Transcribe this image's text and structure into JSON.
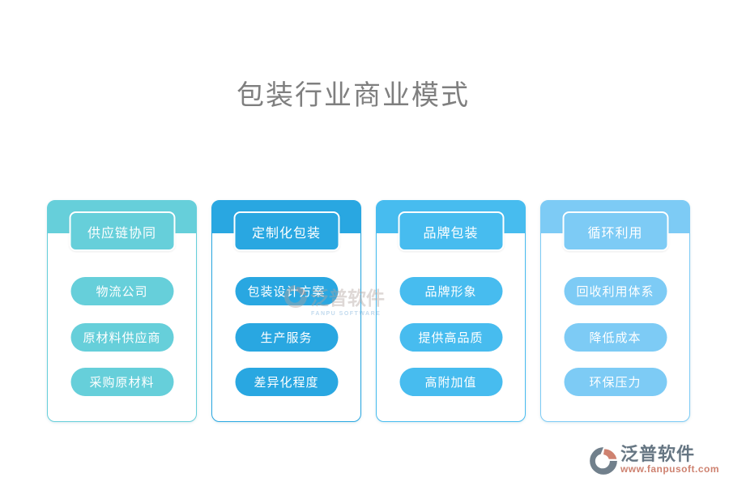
{
  "title": "包装行业商业模式",
  "columns": [
    {
      "header": "供应链协同",
      "color": "#66CFDA",
      "items": [
        "物流公司",
        "原材料供应商",
        "采购原材料"
      ]
    },
    {
      "header": "定制化包装",
      "color": "#29A7E1",
      "items": [
        "包装设计方案",
        "生产服务",
        "差异化程度"
      ]
    },
    {
      "header": "品牌包装",
      "color": "#47BCEF",
      "items": [
        "品牌形象",
        "提供高品质",
        "高附加值"
      ]
    },
    {
      "header": "循环利用",
      "color": "#7DCBF5",
      "items": [
        "回收利用体系",
        "降低成本",
        "环保压力"
      ]
    }
  ],
  "watermark": {
    "brand": "泛普软件",
    "subtitle": "FANPU SOFTWARE"
  },
  "footer": {
    "brand": "泛普软件",
    "website": "www.fanpusoft.com"
  }
}
